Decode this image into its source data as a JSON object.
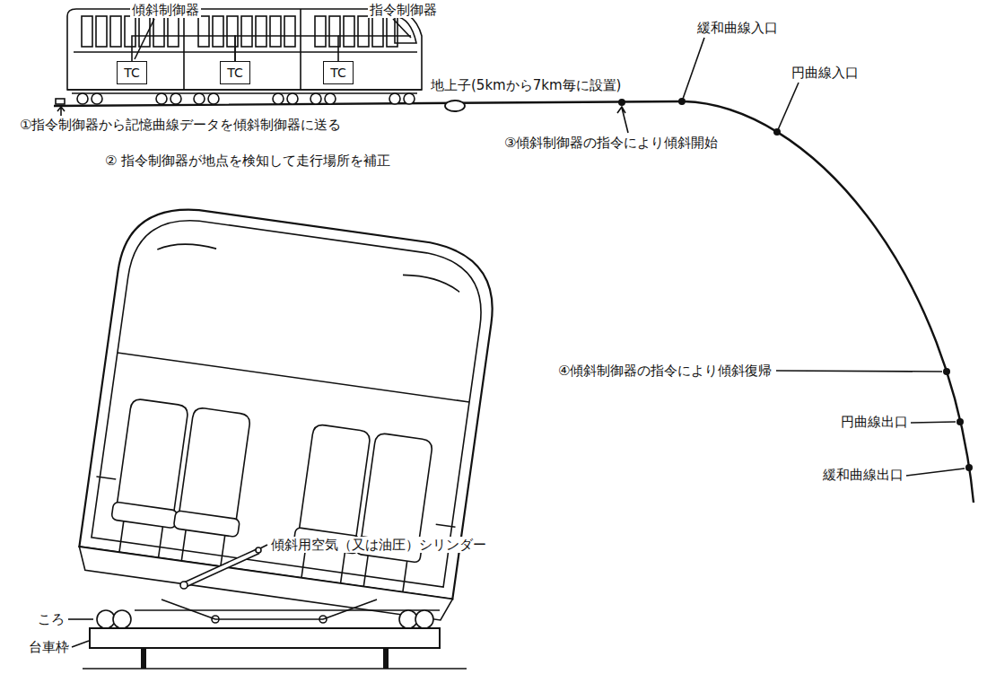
{
  "diagram": {
    "nodes": [
      {
        "text": [
          "TC"
        ]
      },
      {
        "text": [
          "TC"
        ]
      },
      {
        "text": [
          "TC"
        ]
      }
    ],
    "edges": [
      {
        "from": 0,
        "to": 1,
        "arrow": "none"
      },
      {
        "from": 1,
        "to": 2,
        "arrow": "none"
      }
    ],
    "labels": [
      "傾斜制御器",
      "指令制御器",
      "地上子(5kmから7km毎に設置)",
      "緩和曲線入口",
      "円曲線入口",
      "①指令制御器から記憶曲線データを傾斜制御器に送る",
      "③傾斜制御器の指令により傾斜開始",
      "② 指令制御器が地点を検知して走行場所を補正",
      "④傾斜制御器の指令により傾斜復帰",
      "円曲線出口",
      "緩和曲線出口",
      "傾斜用空気（又は油圧）シリンダー",
      "ころ",
      "台車枠"
    ]
  }
}
